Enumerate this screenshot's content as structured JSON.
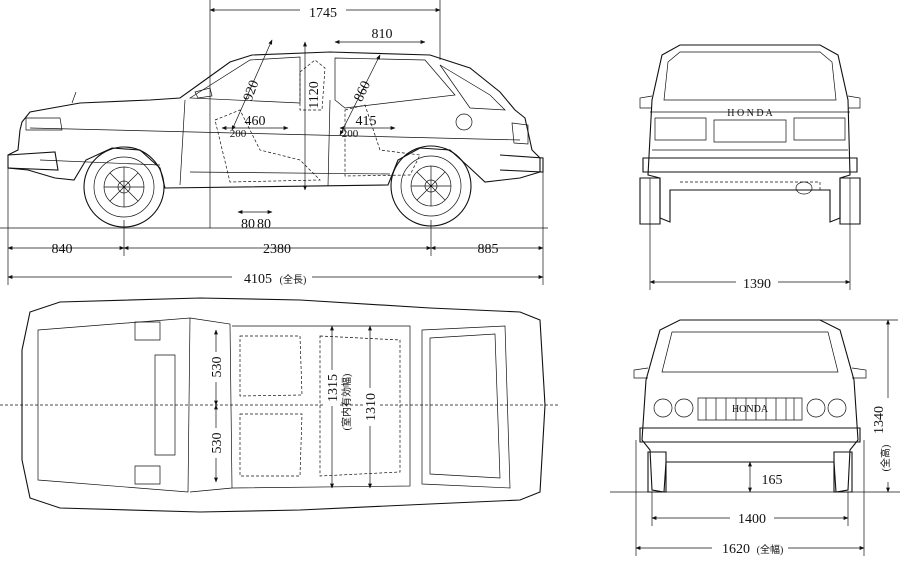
{
  "dimensions": {
    "overall_height": "1745",
    "door_opening": "810",
    "seatback_front": "920",
    "headroom_front": "1120",
    "seatback_rear": "860",
    "seat_front": "460",
    "seat_rear": "415",
    "small_200": "200",
    "small_200_b": "200",
    "legroom": "80",
    "legroom_b": "80",
    "front_overhang": "840",
    "wheelbase": "2380",
    "rear_overhang": "885",
    "overall_length": "4105",
    "overall_length_jp": "(全長)",
    "rear_track": "1390",
    "seat_width_left": "530",
    "seat_width_right": "530",
    "interior_width": "1315",
    "interior_width_jp": "(室内有効幅)",
    "interior_length": "1310",
    "overall_height_front": "1340",
    "overall_height_jp": "(全高)",
    "ground_clearance": "165",
    "front_track": "1400",
    "overall_width": "1620",
    "overall_width_jp": "(全幅)"
  },
  "badges": {
    "rear_make": "H O N D A",
    "front_grille": "HONDA"
  }
}
